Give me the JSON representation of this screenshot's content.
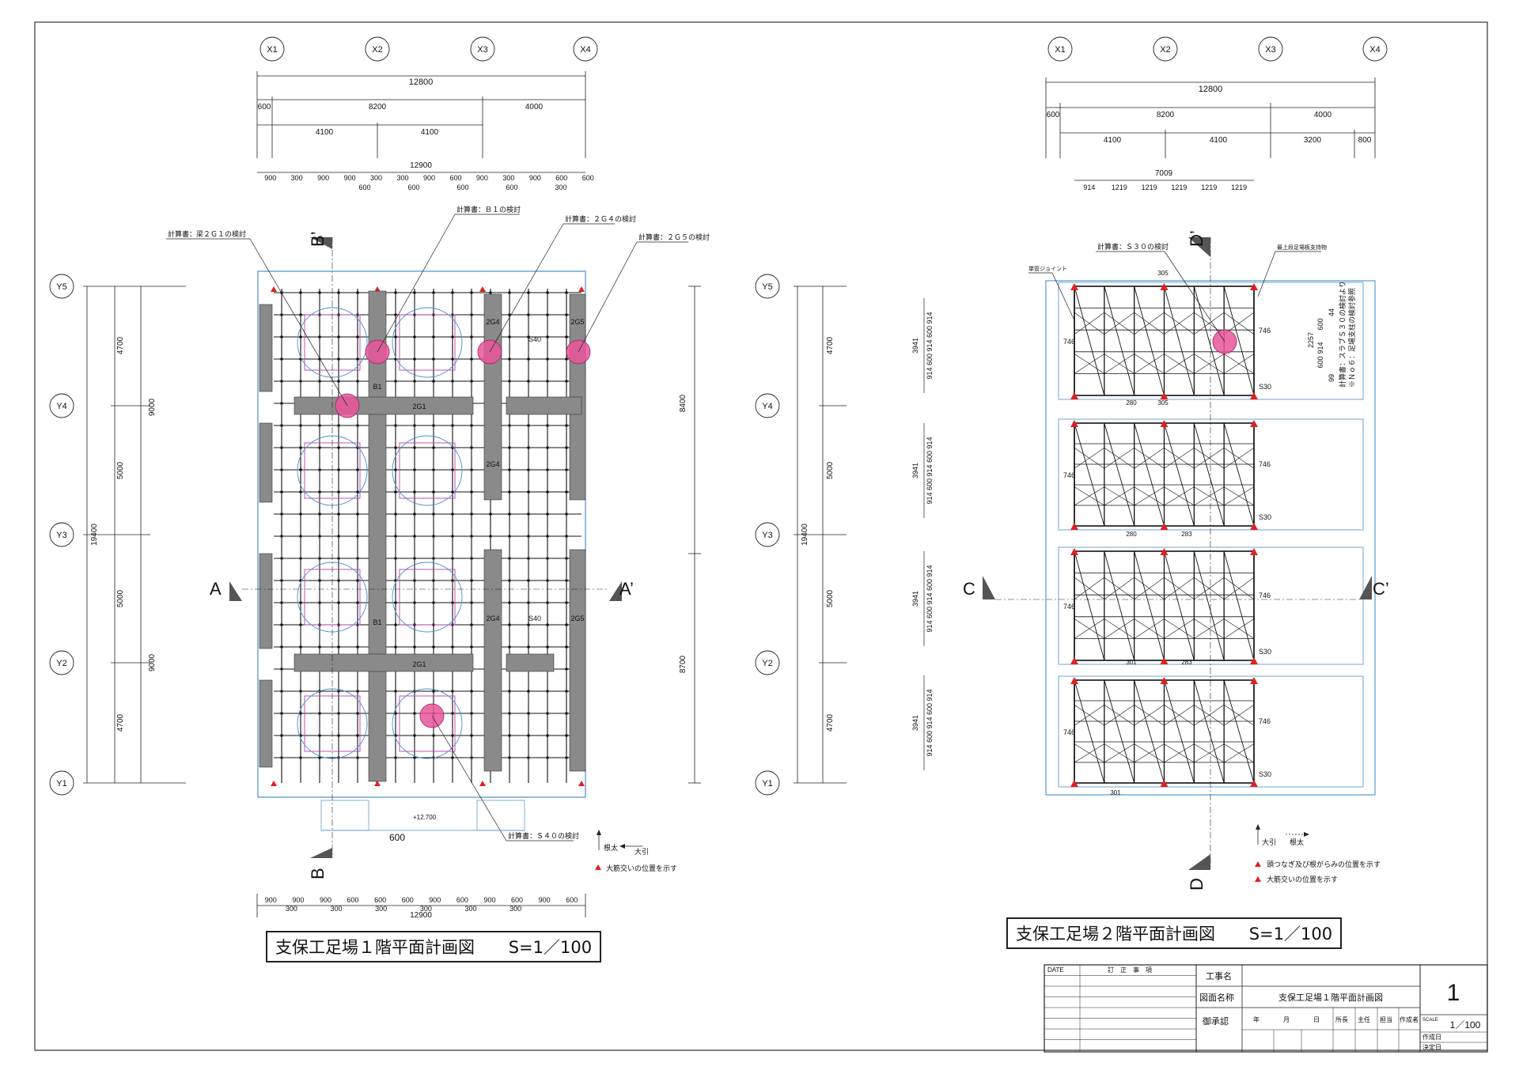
{
  "plan1": {
    "title": "支保工足場１階平面計画図",
    "scale": "S=1／100",
    "grid_x": [
      "X1",
      "X2",
      "X3",
      "X4"
    ],
    "grid_y": [
      "Y5",
      "Y4",
      "Y3",
      "Y2",
      "Y1"
    ],
    "dim_total_top": "12800",
    "dim_row2": [
      "600",
      "8200",
      "4000"
    ],
    "dim_row3": [
      "4100",
      "4100"
    ],
    "dim_total_mid": "12900",
    "bay_row_a": [
      "900",
      "300",
      "900",
      "900",
      "300",
      "300",
      "900",
      "600",
      "900",
      "300",
      "900",
      "600",
      "600"
    ],
    "bay_row_b": [
      "600",
      "600",
      "600",
      "600",
      "300"
    ],
    "left_dims_outer": "19400",
    "left_dims_mid": [
      "4700",
      "5000",
      "5000",
      "4700"
    ],
    "left_dims_inner": [
      "9000",
      "9000"
    ],
    "right_dims": [
      "8400",
      "8700"
    ],
    "callouts": [
      "計算書：梁２Ｇ１の検討",
      "計算書：Ｂ１の検討",
      "計算書：２Ｇ４の検討",
      "計算書：２Ｇ５の検討",
      "計算書：Ｓ４０の検討"
    ],
    "beam_labels": [
      "B1",
      "2G1",
      "2G4",
      "2G5",
      "S40",
      "2G4",
      "2G4",
      "2G5",
      "S40",
      "B1",
      "2G1"
    ],
    "section_marks": [
      "A",
      "A’",
      "B",
      "B’"
    ],
    "dim_600": "600",
    "level": "+12.700",
    "legend_north": "根太",
    "legend_main": "大引",
    "legend_brace": "大筋交いの位置を示す",
    "bottom_row_a": [
      "900",
      "900",
      "900",
      "600",
      "600",
      "600",
      "900",
      "600",
      "900",
      "600",
      "900",
      "600"
    ],
    "bottom_row_b": [
      "300",
      "300",
      "300",
      "300",
      "300",
      "300"
    ],
    "bottom_total": "12900"
  },
  "plan2": {
    "title": "支保工足場２階平面計画図",
    "scale": "S=1／100",
    "grid_x": [
      "X1",
      "X2",
      "X3",
      "X4"
    ],
    "grid_y": [
      "Y5",
      "Y4",
      "Y3",
      "Y2",
      "Y1"
    ],
    "dim_total_top": "12800",
    "dim_row2": [
      "600",
      "8200",
      "4000"
    ],
    "dim_row3": [
      "4100",
      "4100",
      "3200",
      "800"
    ],
    "dim_total_mid": "7009",
    "bay_row": [
      "914",
      "1219",
      "1219",
      "1219",
      "1219",
      "1219"
    ],
    "left_dims": [
      "4700",
      "5000",
      "5000",
      "4700"
    ],
    "left_outer": "19400",
    "left_blocks": [
      "3941",
      "3941",
      "3941",
      "3941"
    ],
    "left_block_sub": "914 600 914 600 914",
    "callout_s30": "計算書：Ｓ３０の検討",
    "callout_right": "最上段足場板支持物",
    "callout_left": "単管ジョイント",
    "note_calc": "計算書：スラブＳ３０の検討より",
    "note_ref": "※Ｎｏ６：足場支柱の検討参照",
    "dim_746": "746",
    "dim_s30": "S30",
    "dims_inner": [
      "305",
      "280",
      "305",
      "280",
      "283",
      "301",
      "283",
      "301"
    ],
    "side_vals": [
      "600",
      "914",
      "600",
      "44",
      "99",
      "2257"
    ],
    "section_marks": [
      "C",
      "C’",
      "D",
      "D’"
    ],
    "legend_north": "大引",
    "legend_main": "根太",
    "legend_tie": "頭つなぎ及び根がらみの位置を示す",
    "legend_brace": "大筋交いの位置を示す"
  },
  "title_block": {
    "date": "DATE",
    "revision": "訂　正　事　項",
    "project_label": "工事名",
    "drawing_label": "図面名称",
    "approval_label": "御承認",
    "drawing_name": "支保工足場１階平面計画図",
    "sheet_no": "1",
    "scale_label": "SCALE",
    "scale_value": "1／100",
    "date_fields": [
      "年",
      "月",
      "日"
    ],
    "roles": [
      "所長",
      "主任",
      "担当",
      "作成者"
    ],
    "created": "作成日",
    "decided": "決定日"
  },
  "colors": {
    "line": "#111111",
    "blue": "#4a90c8",
    "beam": "#8a8a8a",
    "pink": "#e8559a",
    "magenta": "#c040b0",
    "red": "#e02020"
  }
}
